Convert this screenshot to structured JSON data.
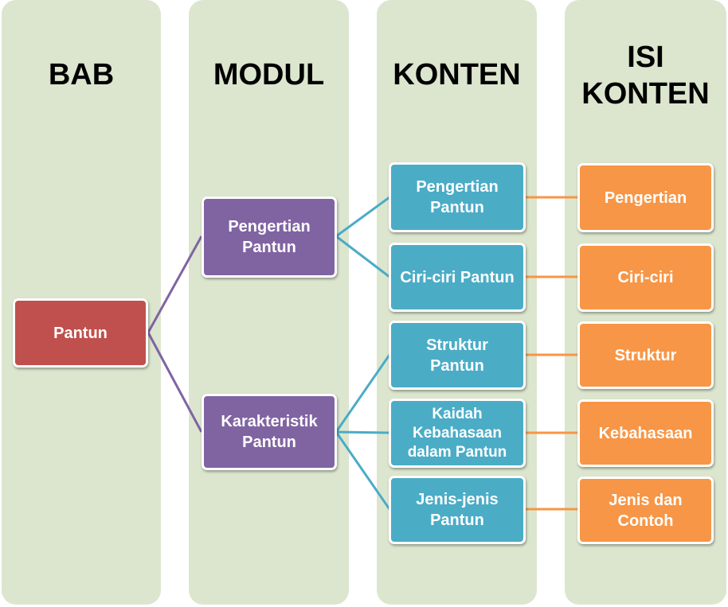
{
  "colors": {
    "column_bg": "#dce6cf",
    "bab": "#c0504d",
    "modul": "#8064a2",
    "konten": "#4bacc6",
    "isi": "#f79646"
  },
  "columns": {
    "bab": "BAB",
    "modul": "MODUL",
    "konten": "KONTEN",
    "isi_line1": "ISI",
    "isi_line2": "KONTEN"
  },
  "bab": {
    "label": "Pantun"
  },
  "modul": [
    {
      "label": "Pengertian\nPantun"
    },
    {
      "label": "Karakteristik\nPantun"
    }
  ],
  "konten": [
    {
      "label": "Pengertian\nPantun"
    },
    {
      "label": "Ciri-ciri Pantun"
    },
    {
      "label": "Struktur\nPantun"
    },
    {
      "label": "Kaidah\nKebahasaan\ndalam Pantun"
    },
    {
      "label": "Jenis-jenis\nPantun"
    }
  ],
  "isi": [
    {
      "label": "Pengertian"
    },
    {
      "label": "Ciri-ciri"
    },
    {
      "label": "Struktur"
    },
    {
      "label": "Kebahasaan"
    },
    {
      "label": "Jenis dan\nContoh"
    }
  ]
}
